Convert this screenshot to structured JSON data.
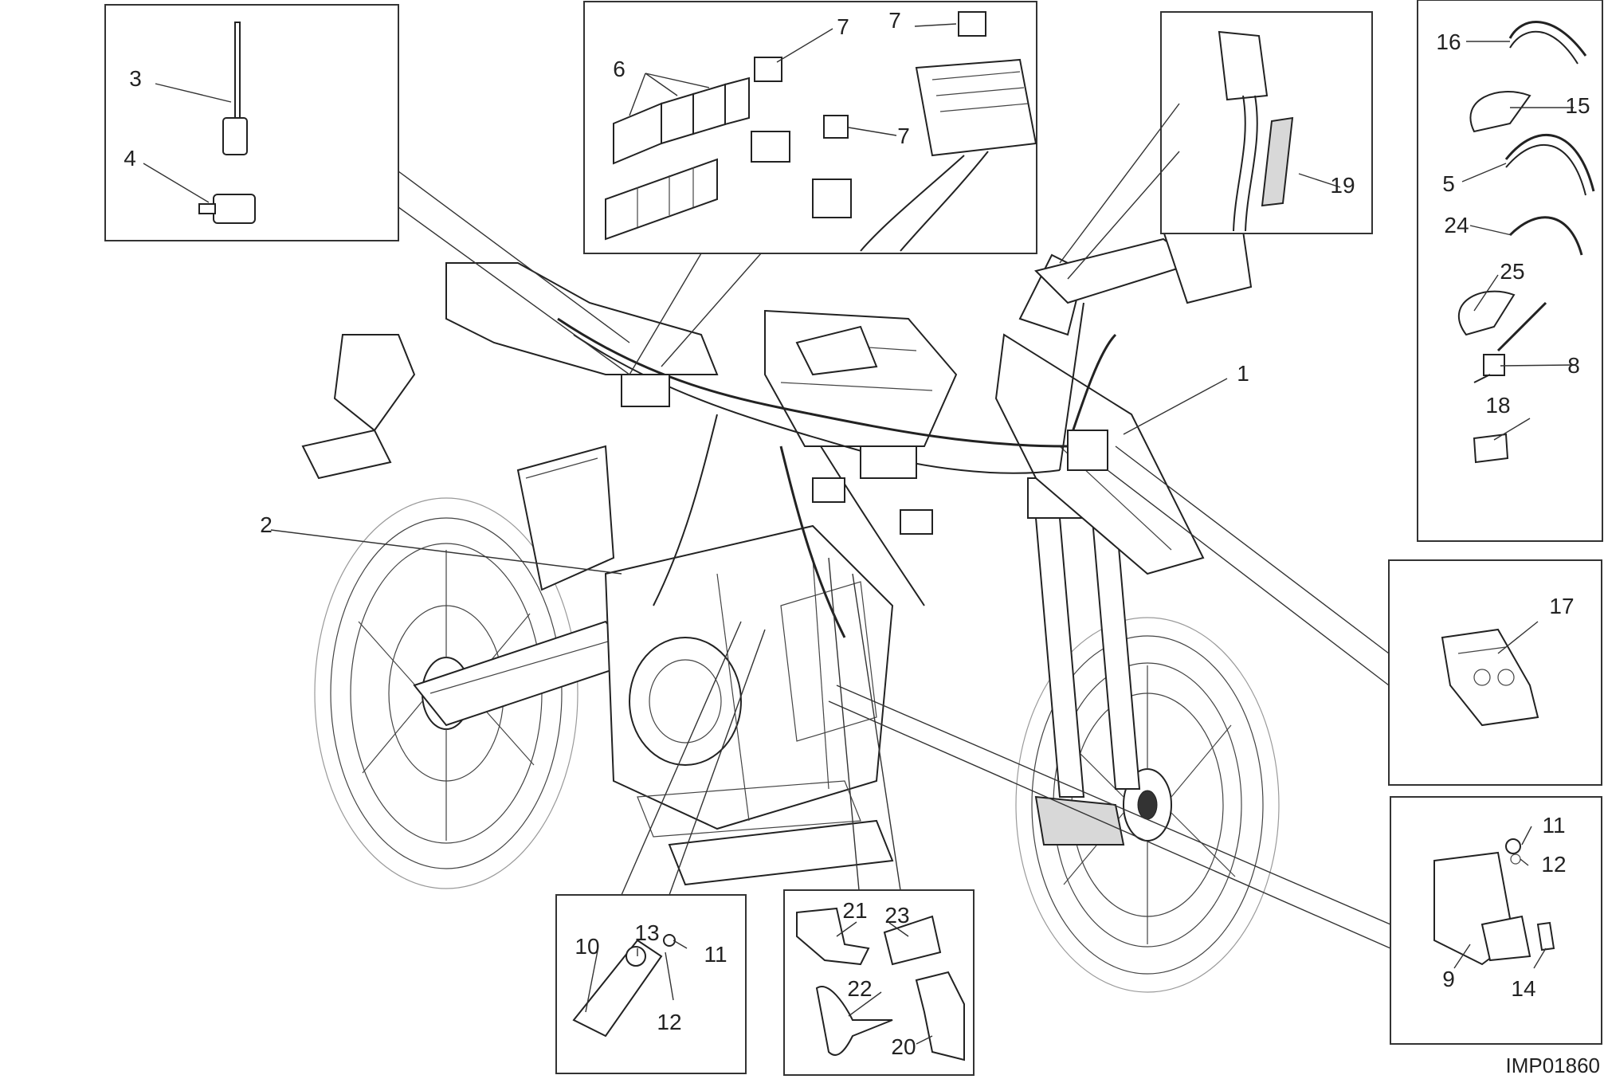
{
  "diagram": {
    "drawing_code": "IMP01860",
    "part_labels": {
      "p1": "1",
      "p2": "2",
      "p3": "3",
      "p4": "4",
      "p5": "5",
      "p6": "6",
      "p7a": "7",
      "p7b": "7",
      "p7c": "7",
      "p8": "8",
      "p9": "9",
      "p10": "10",
      "p11a": "11",
      "p11b": "11",
      "p12a": "12",
      "p12b": "12",
      "p13": "13",
      "p14": "14",
      "p15": "15",
      "p16": "16",
      "p17": "17",
      "p18": "18",
      "p19": "19",
      "p20": "20",
      "p21": "21",
      "p22": "22",
      "p23": "23",
      "p24": "24",
      "p25": "25"
    },
    "colors": {
      "line": "#222222",
      "background": "#ffffff",
      "shading": "#d8d8d8"
    }
  }
}
